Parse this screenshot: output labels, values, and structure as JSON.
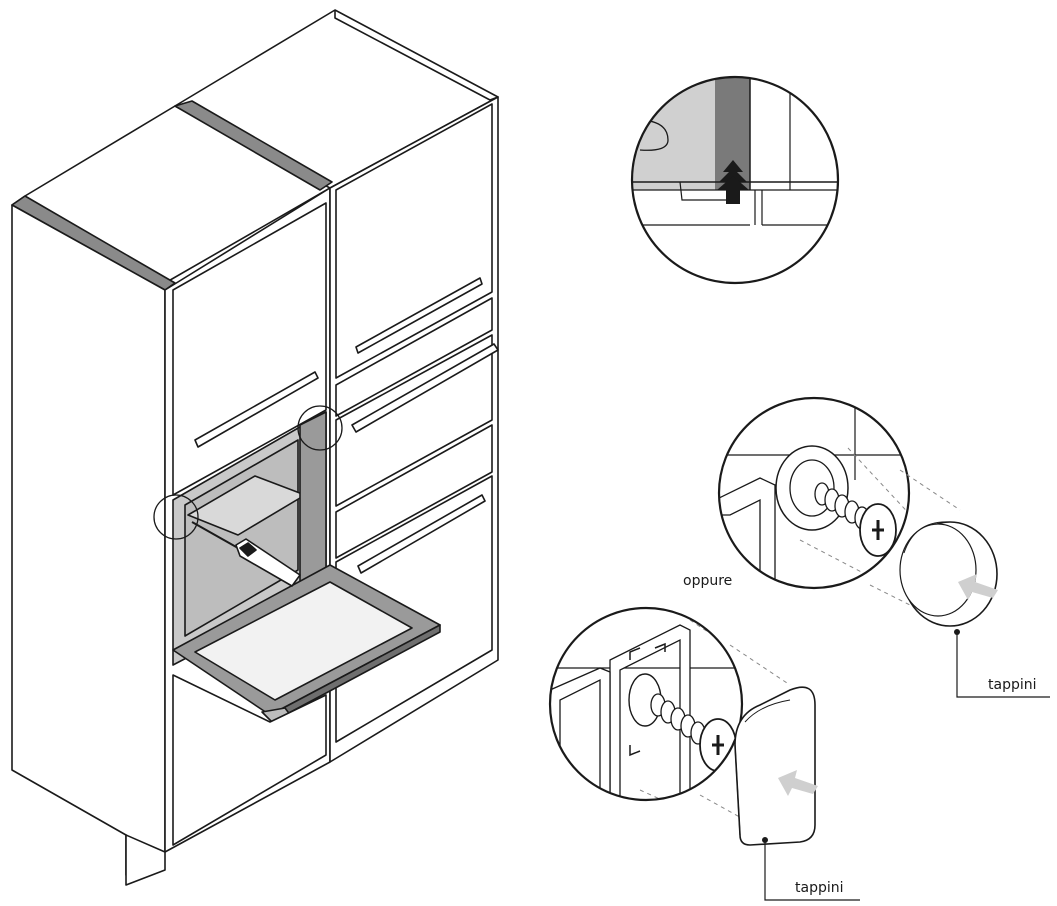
{
  "labels": {
    "oppure": "oppure",
    "tappini_round": "tappini",
    "tappini_square": "tappini"
  },
  "colors": {
    "line": "#1a1a1a",
    "panel_gray": "#c9c9c9",
    "panel_dark": "#7a7a7a",
    "panel_mid": "#9a9a9a",
    "paper": "#ffffff",
    "glass": "#f2f2f2",
    "arrow": "#cfcfcf"
  }
}
